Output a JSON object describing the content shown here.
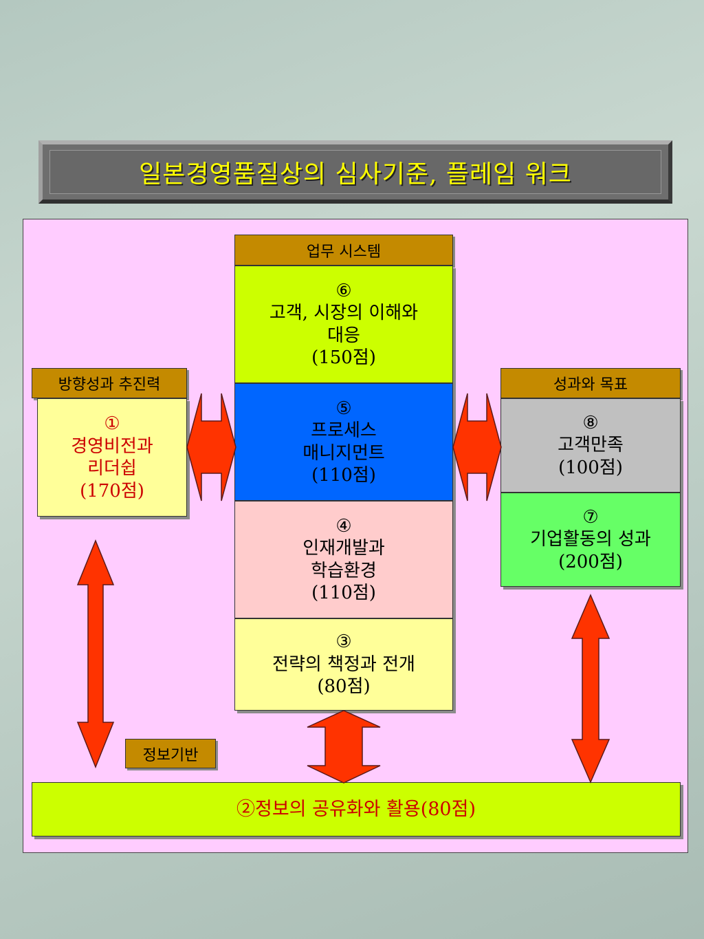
{
  "title": "일본경영품질상의 심사기준, 플레임 워크",
  "headers": {
    "center": "업무 시스템",
    "left": "방향성과 추진력",
    "right": "성과와 목표",
    "info": "정보기반"
  },
  "boxes": {
    "b6": {
      "num": "⑥",
      "line1": "고객, 시장의 이해와",
      "line2": "대응",
      "score": "(150점)"
    },
    "b5": {
      "num": "⑤",
      "line1": "프로세스",
      "line2": "매니지먼트",
      "score": "(110점)"
    },
    "b4": {
      "num": "④",
      "line1": "인재개발과",
      "line2": "학습환경",
      "score": "(110점)"
    },
    "b3": {
      "num": "③",
      "line1": "전략의 책정과 전개",
      "score": "(80점)"
    },
    "b1": {
      "num": "①",
      "line1": "경영비전과",
      "line2": "리더쉽",
      "score": "(170점)"
    },
    "b8": {
      "num": "⑧",
      "line1": "고객만족",
      "score": "(100점)"
    },
    "b7": {
      "num": "⑦",
      "line1": "기업활동의 성과",
      "score": "(200점)"
    },
    "b2": {
      "text": "②정보의 공유화와 활용(80점)"
    }
  },
  "colors": {
    "yellow_green": "#ccff00",
    "blue": "#0066ff",
    "pink": "#ffcccc",
    "light_yellow": "#ffff99",
    "gray": "#c0c0c0",
    "green": "#66ff66",
    "header": "#c48a00",
    "panel": "#ffccff",
    "arrow": "#ff3300"
  }
}
